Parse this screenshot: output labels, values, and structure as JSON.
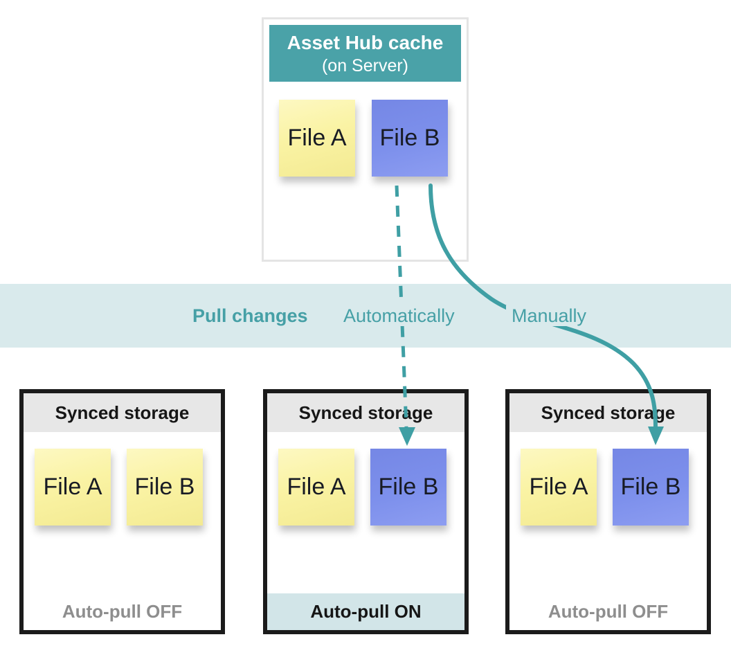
{
  "colors": {
    "teal_header": "#4aa2a8",
    "band_bg": "#d9eaec",
    "teal_text": "#46a0a6",
    "arrow_teal": "#3f9fa4",
    "note_yellow": "#faf3a4",
    "note_blue": "#7d90ec",
    "storage_header_bg": "#e7e7e7",
    "storage_border": "#1b1b1b",
    "cache_border": "#e4e4e4",
    "autopull_on_bg": "#d2e5e8",
    "off_text": "#8e8e8e"
  },
  "cache": {
    "title": "Asset Hub cache",
    "subtitle": "(on Server)",
    "notes": [
      {
        "label": "File A",
        "color": "yellow"
      },
      {
        "label": "File B",
        "color": "blue"
      }
    ]
  },
  "band": {
    "title": "Pull changes",
    "auto_label": "Automatically",
    "manual_label": "Manually"
  },
  "storages": [
    {
      "title": "Synced storage",
      "notes": [
        {
          "label": "File A",
          "color": "yellow"
        },
        {
          "label": "File B",
          "color": "yellow"
        }
      ],
      "footer": "Auto-pull OFF",
      "autopull": "off"
    },
    {
      "title": "Synced storage",
      "notes": [
        {
          "label": "File A",
          "color": "yellow"
        },
        {
          "label": "File B",
          "color": "blue"
        }
      ],
      "footer": "Auto-pull ON",
      "autopull": "on"
    },
    {
      "title": "Synced storage",
      "notes": [
        {
          "label": "File A",
          "color": "yellow"
        },
        {
          "label": "File B",
          "color": "blue"
        }
      ],
      "footer": "Auto-pull OFF",
      "autopull": "off"
    }
  ],
  "arrows": [
    {
      "name": "automatic-pull",
      "style": "dashed"
    },
    {
      "name": "manual-pull",
      "style": "solid"
    }
  ]
}
